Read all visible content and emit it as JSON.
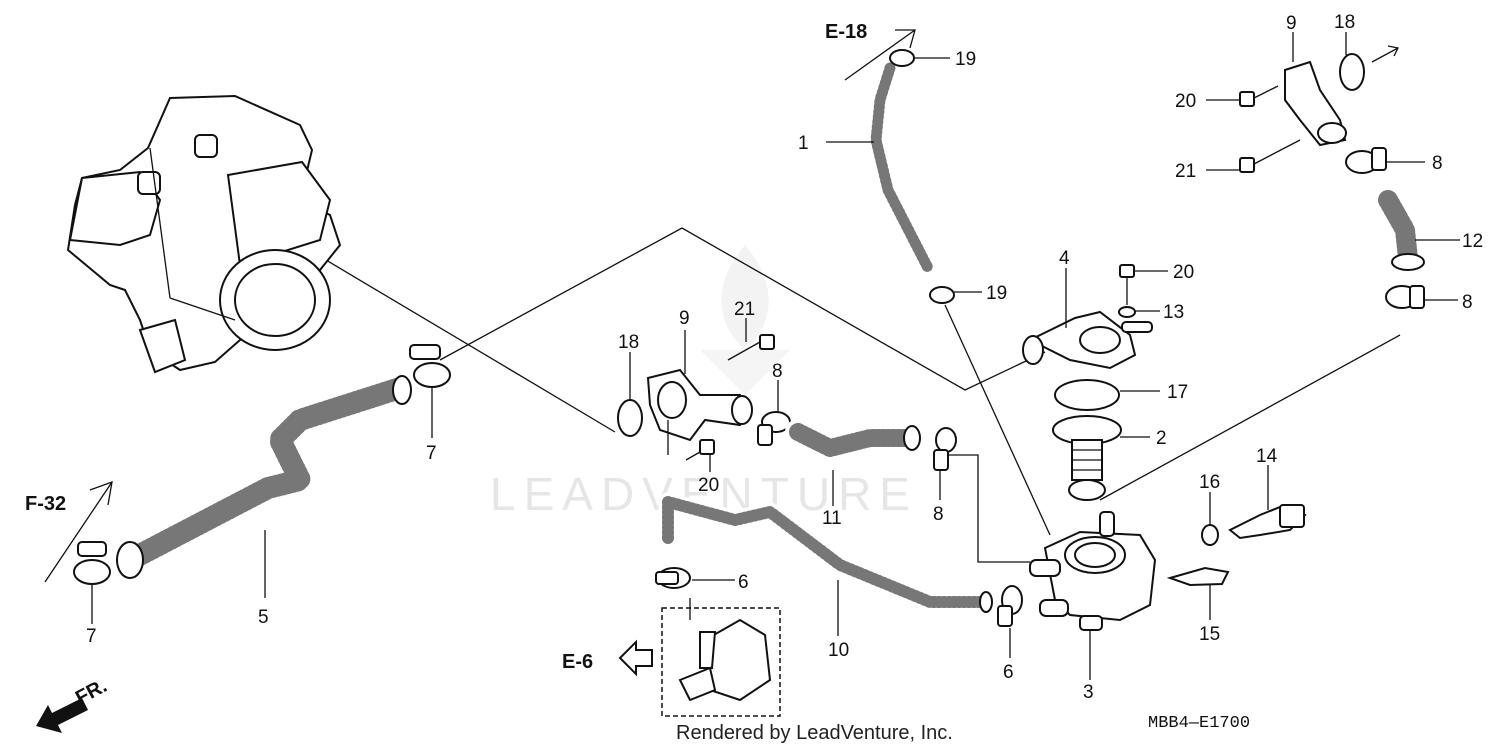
{
  "watermark": "LEADVENTURE",
  "credit": "Rendered by LeadVenture, Inc.",
  "diagram_code": "MBB4—E1700",
  "references": {
    "e18": "E-18",
    "f32": "F-32",
    "e6": "E-6",
    "front": "FR."
  },
  "callouts": {
    "c1": "1",
    "c2": "2",
    "c3": "3",
    "c4": "4",
    "c5": "5",
    "c6a": "6",
    "c6b": "6",
    "c7a": "7",
    "c7b": "7",
    "c8a": "8",
    "c8b": "8",
    "c8c": "8",
    "c8d": "8",
    "c9a": "9",
    "c9b": "9",
    "c10": "10",
    "c11": "11",
    "c12": "12",
    "c13": "13",
    "c14": "14",
    "c15": "15",
    "c16": "16",
    "c17": "17",
    "c18a": "18",
    "c18b": "18",
    "c19a": "19",
    "c19b": "19",
    "c20a": "20",
    "c20b": "20",
    "c20c": "20",
    "c21a": "21",
    "c21b": "21"
  }
}
